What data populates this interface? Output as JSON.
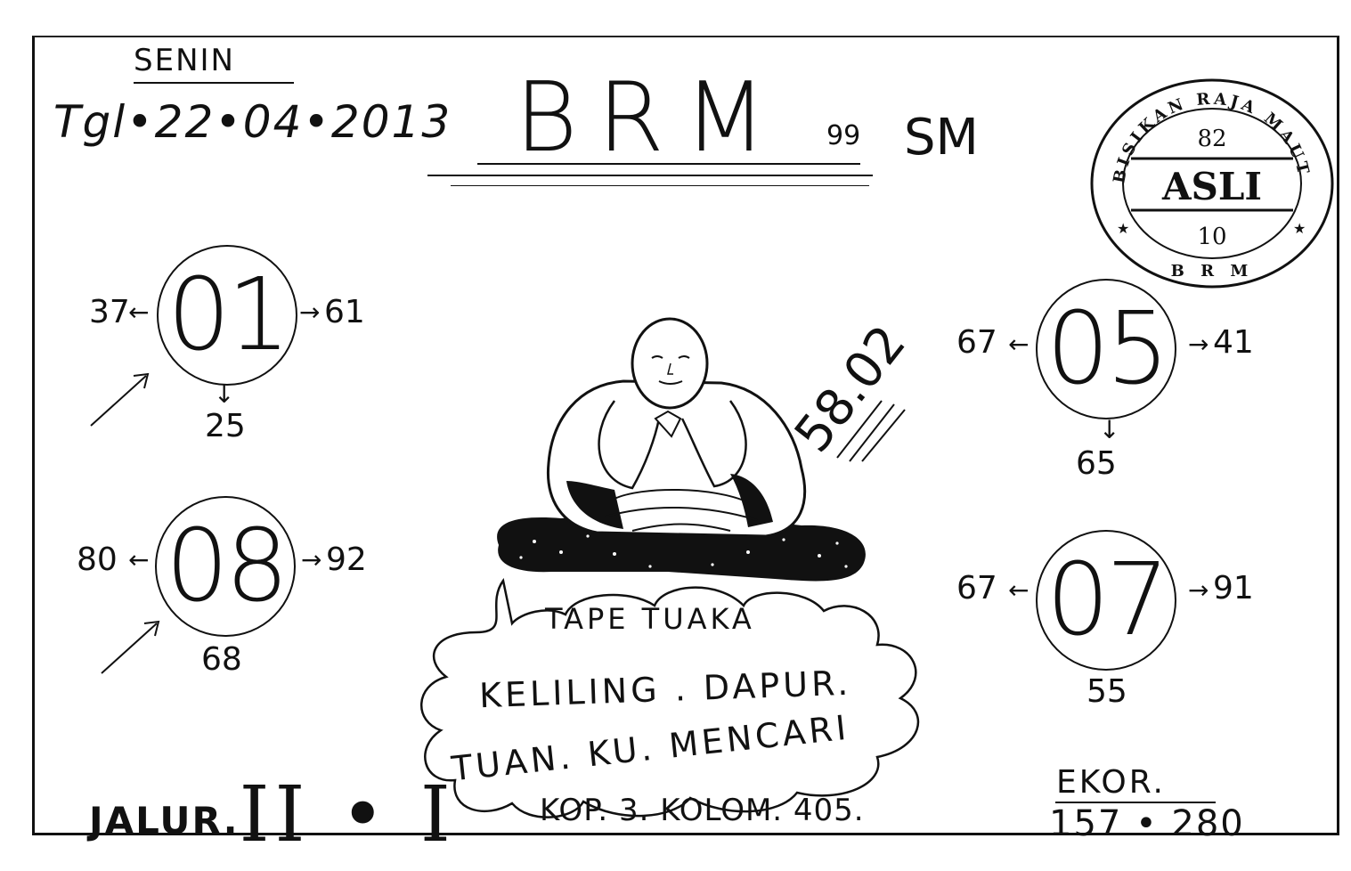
{
  "header": {
    "day": "SENIN",
    "date_prefix": "Tgl",
    "date": "•22•04•2013",
    "brand": "BRM",
    "brand_sup": "99",
    "session": "SM"
  },
  "stamp": {
    "ring_text": "BISIKAN RAJA MAUT",
    "top_number": "82",
    "main": "ASLI",
    "bottom_number": "10",
    "footer": "B R M"
  },
  "predictions": [
    {
      "center": "01",
      "left": "37",
      "right": "61",
      "bottom": "25"
    },
    {
      "center": "08",
      "left": "80",
      "right": "92",
      "bottom": "68"
    },
    {
      "center": "05",
      "left": "67",
      "right": "41",
      "bottom": "65"
    },
    {
      "center": "07",
      "left": "67",
      "right": "91",
      "bottom": "55"
    }
  ],
  "figure_number": "58.02",
  "speech": {
    "line1": "TAPE TUAKA",
    "line2": "KELILING . DAPUR.",
    "line3": "TUAN. KU. MENCARI"
  },
  "footer": {
    "jalur_label": "JALUR.",
    "jalur_value": "II • I",
    "kop": "KOP. 3. KOLOM. 405.",
    "ekor_label": "EKOR.",
    "ekor_value": "157 • 280"
  }
}
